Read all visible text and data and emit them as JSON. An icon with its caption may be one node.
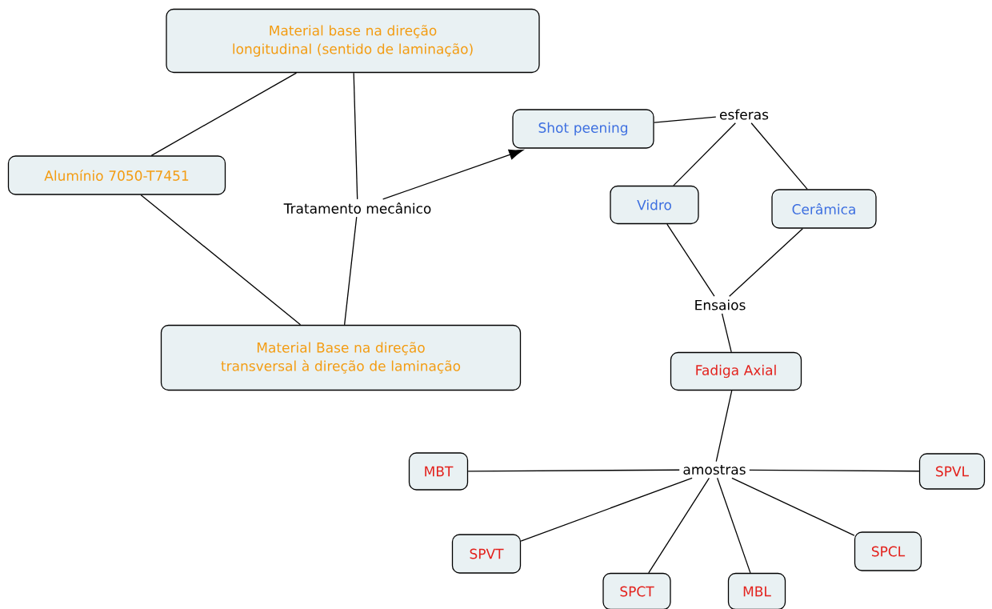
{
  "diagram": {
    "nodes": [
      {
        "text": [
          "Material base na direção longitudinal (sentido de laminação)"
        ]
      },
      {
        "text": [
          "Shot peening"
        ]
      },
      {
        "text": [
          "esferas"
        ]
      },
      {
        "text": [
          "Alumínio 7050-T7451"
        ]
      },
      {
        "text": [
          "Vidro"
        ]
      },
      {
        "text": [
          "Cerâmica"
        ]
      },
      {
        "text": [
          "Tratamento mecânico"
        ]
      },
      {
        "text": [
          "Ensaios"
        ]
      },
      {
        "text": [
          "Material Base na direção transversal à direção de laminação"
        ]
      },
      {
        "text": [
          "Fadiga Axial"
        ]
      },
      {
        "text": [
          "MBT"
        ]
      },
      {
        "text": [
          "amostras"
        ]
      },
      {
        "text": [
          "SPVL"
        ]
      },
      {
        "text": [
          "SPCL"
        ]
      },
      {
        "text": [
          "SPVT"
        ]
      },
      {
        "text": [
          "SPCT"
        ]
      },
      {
        "text": [
          "MBL"
        ]
      }
    ],
    "edges": [
      {
        "from": 3,
        "to": 0,
        "arrow": "none"
      },
      {
        "from": 0,
        "to": 6,
        "arrow": "none"
      },
      {
        "from": 3,
        "to": 8,
        "arrow": "none"
      },
      {
        "from": 8,
        "to": 6,
        "arrow": "none"
      },
      {
        "from": 6,
        "to": 1,
        "arrow": "to"
      },
      {
        "from": 1,
        "to": 2,
        "arrow": "none"
      },
      {
        "from": 2,
        "to": 4,
        "arrow": "none"
      },
      {
        "from": 2,
        "to": 5,
        "arrow": "none"
      },
      {
        "from": 4,
        "to": 7,
        "arrow": "none"
      },
      {
        "from": 5,
        "to": 7,
        "arrow": "none"
      },
      {
        "from": 7,
        "to": 9,
        "arrow": "none"
      },
      {
        "from": 9,
        "to": 11,
        "arrow": "none"
      },
      {
        "from": 11,
        "to": 10,
        "arrow": "none"
      },
      {
        "from": 11,
        "to": 12,
        "arrow": "none"
      },
      {
        "from": 11,
        "to": 14,
        "arrow": "none"
      },
      {
        "from": 11,
        "to": 13,
        "arrow": "none"
      },
      {
        "from": 11,
        "to": 15,
        "arrow": "none"
      },
      {
        "from": 11,
        "to": 16,
        "arrow": "none"
      }
    ]
  }
}
